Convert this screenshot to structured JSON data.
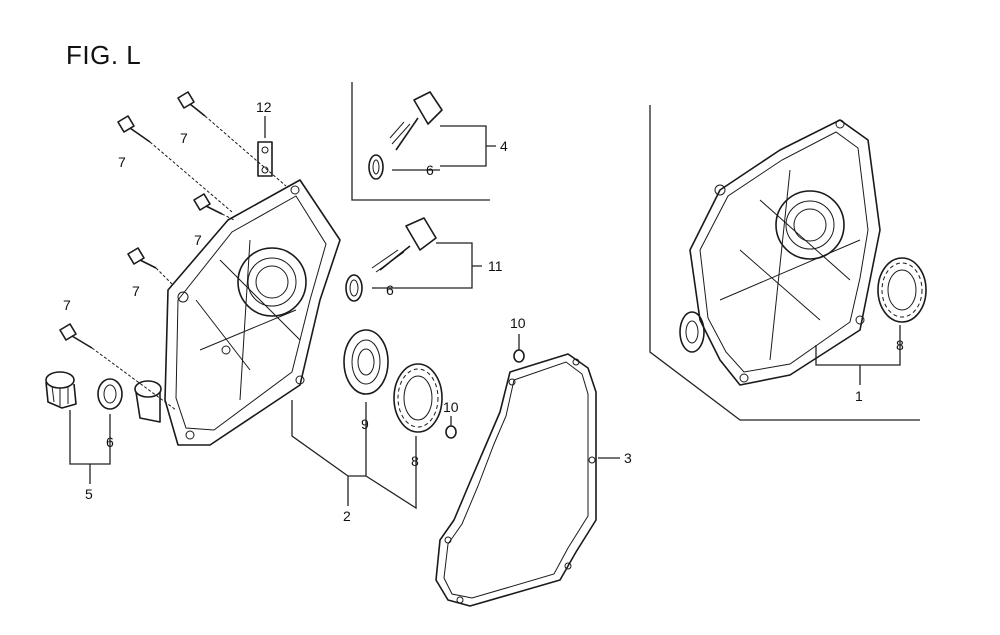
{
  "figure": {
    "title": "FIG. L"
  },
  "callouts": {
    "c1": "1",
    "c2": "2",
    "c3": "3",
    "c4": "4",
    "c5": "5",
    "c6a": "6",
    "c6b": "6",
    "c6c": "6",
    "c7a": "7",
    "c7b": "7",
    "c7c": "7",
    "c7d": "7",
    "c7e": "7",
    "c8a": "8",
    "c8b": "8",
    "c9": "9",
    "c10a": "10",
    "c10b": "10",
    "c11": "11",
    "c12": "12"
  }
}
